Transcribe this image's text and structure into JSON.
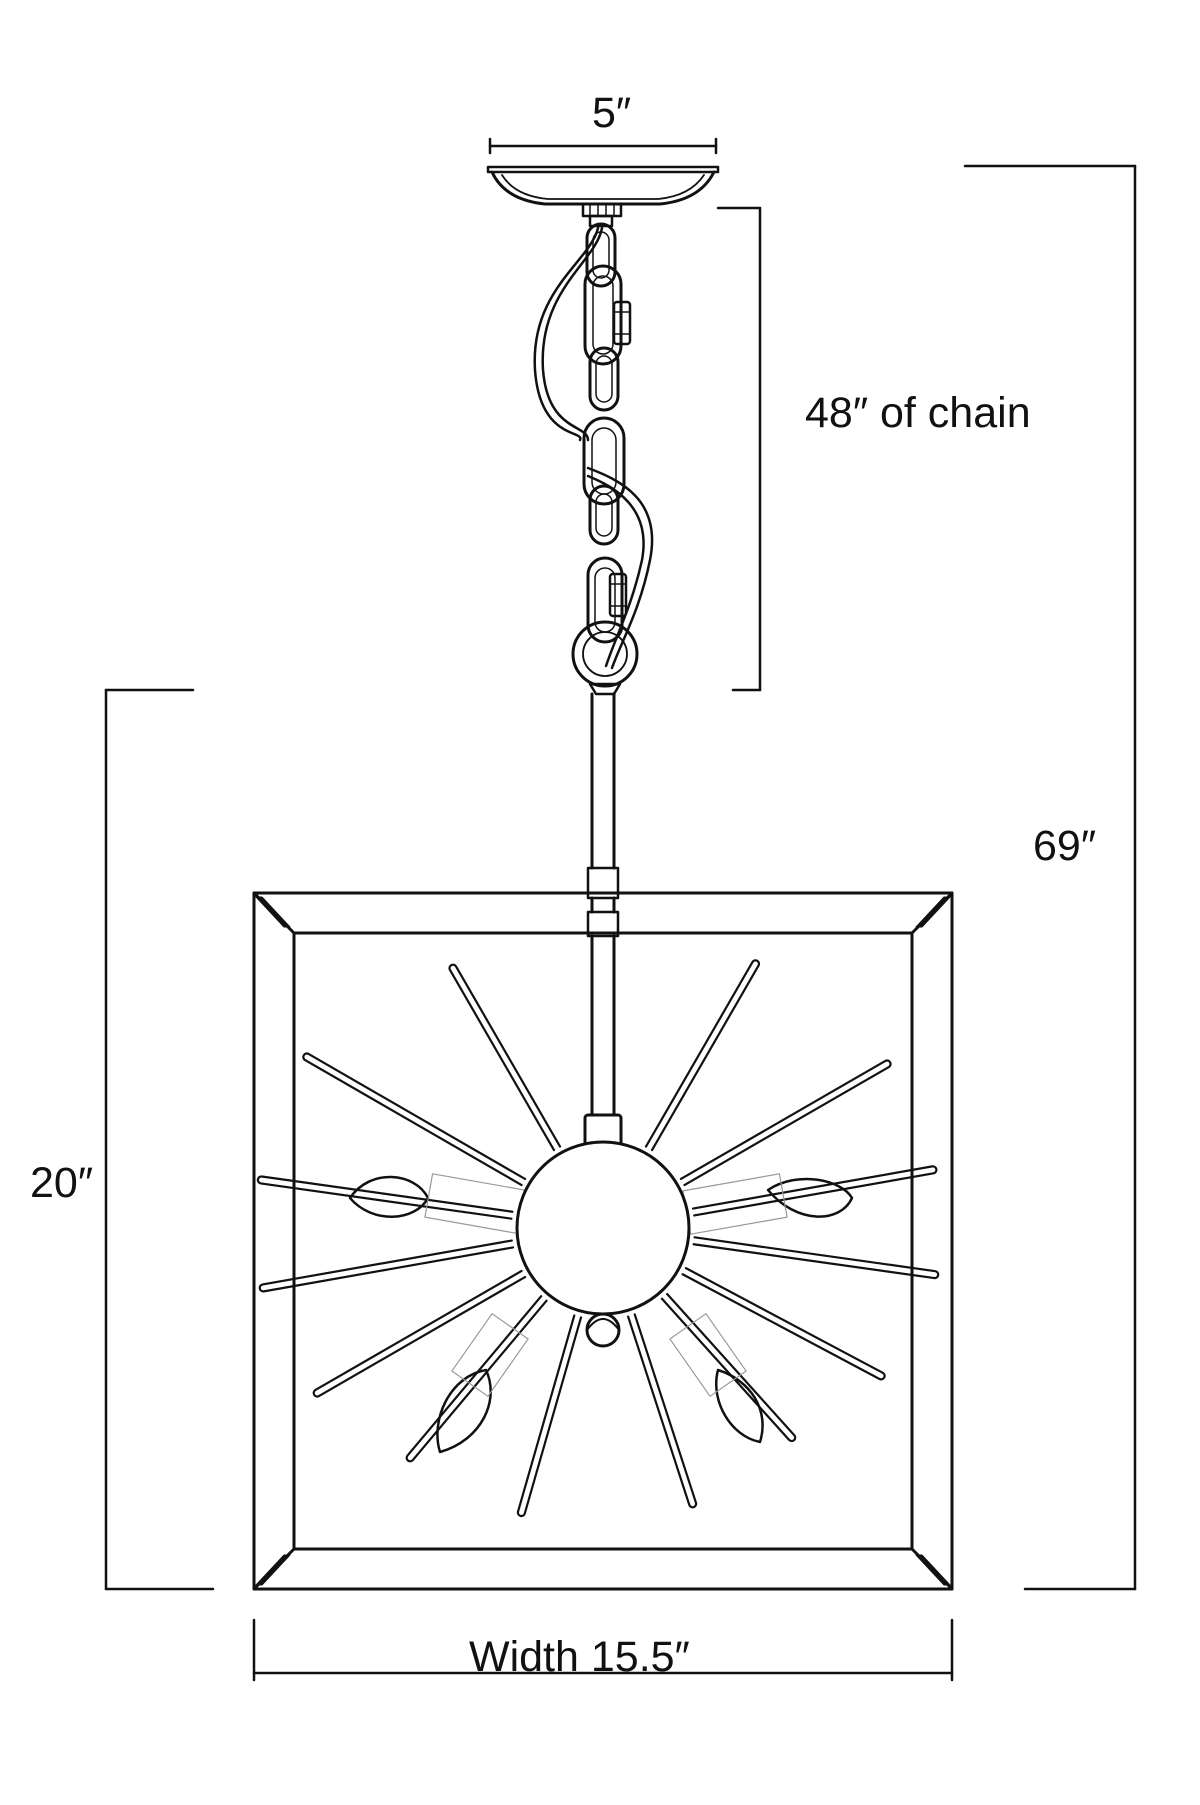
{
  "dimensions": {
    "canopy": "5″",
    "chain": "48″  of chain",
    "overall_height": "69″",
    "body_height": "20″",
    "width": "Width 15.5″"
  },
  "colors": {
    "stroke": "#111111",
    "background": "#ffffff"
  }
}
